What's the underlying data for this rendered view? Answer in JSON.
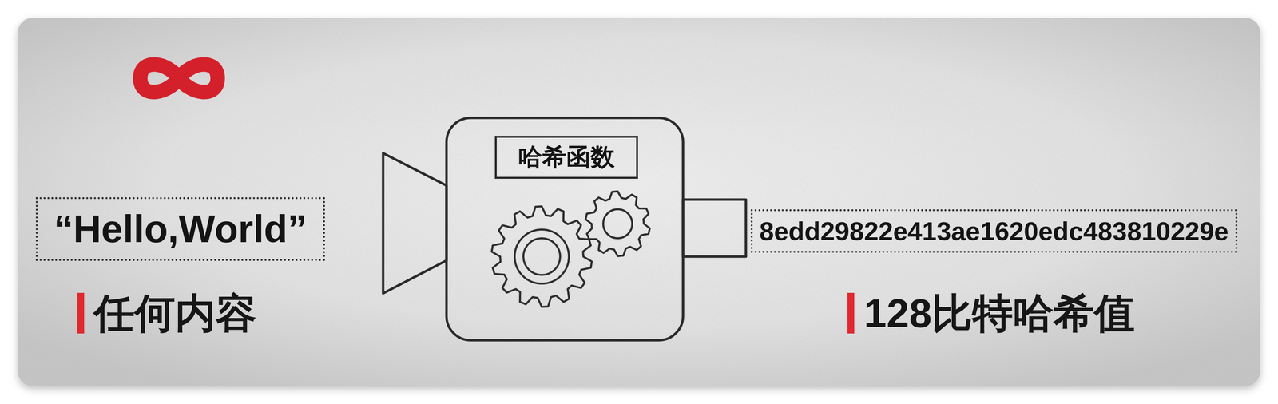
{
  "diagram": {
    "nodes": [
      {
        "text": [
          "“Hello,World”"
        ]
      },
      {
        "text": [
          "哈希函数"
        ]
      },
      {
        "text": [
          "8edd29822e413ae1620edc483810229e"
        ]
      }
    ],
    "labels": [
      "任何内容",
      "128比特哈希值"
    ]
  }
}
